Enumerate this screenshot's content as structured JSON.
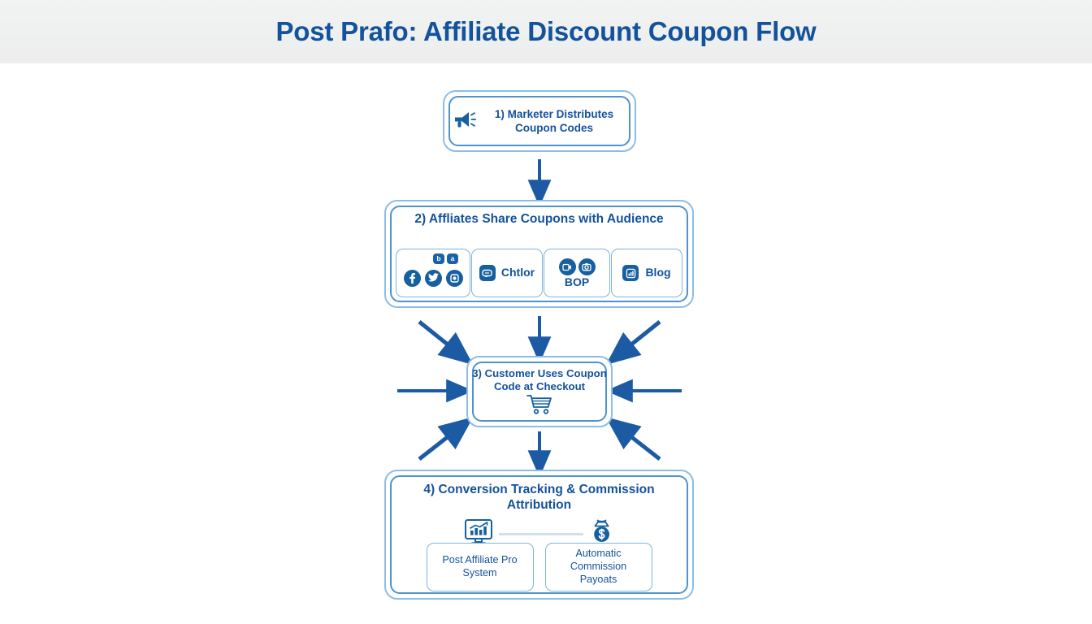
{
  "header": {
    "title": "Post Prafo: Affiliate Discount Coupon Flow"
  },
  "colors": {
    "brand_blue": "#13529c",
    "icon_blue": "#16609f",
    "border_light": "#8dbde4",
    "border_inner": "#4f93cd",
    "arrow": "#1c5ba4",
    "header_band": "#eeefef",
    "page_background": "#ffffff"
  },
  "steps": {
    "step1": {
      "label": "1) Marketer Distributes Coupon Codes",
      "icon": "megaphone-icon"
    },
    "step2": {
      "title": "2) Affliates Share Coupons with Audience",
      "chips": [
        {
          "label": "",
          "icons": [
            "facebook-icon",
            "twitter-icon",
            "instagram-icon",
            "badge-b-icon",
            "badge-a-icon"
          ]
        },
        {
          "label": "Chtlor",
          "icons": [
            "chat-bubble-icon"
          ]
        },
        {
          "label": "BOP",
          "icons": [
            "video-icon",
            "camera-icon"
          ]
        },
        {
          "label": "Blog",
          "icons": [
            "chart-square-icon"
          ]
        }
      ]
    },
    "step3": {
      "title": "3) Customer Uses Coupon Code at Checkout",
      "icon": "shopping-cart-icon"
    },
    "step4": {
      "title": "4) Conversion Tracking & Commission Attribution",
      "icons": [
        "monitor-chart-icon",
        "money-bag-dollar-icon"
      ],
      "subboxes": [
        {
          "label": "Post Affiliate Pro System"
        },
        {
          "label": "Automatic Commission Payoats"
        }
      ]
    }
  },
  "arrows": [
    {
      "name": "arrow-step1-to-step2",
      "direction": "down"
    },
    {
      "name": "arrow-step2-to-step3-center",
      "direction": "down"
    },
    {
      "name": "arrow-top-left-to-step3",
      "direction": "down-right"
    },
    {
      "name": "arrow-top-right-to-step3",
      "direction": "down-left"
    },
    {
      "name": "arrow-left-to-step3",
      "direction": "right"
    },
    {
      "name": "arrow-right-to-step3",
      "direction": "left"
    },
    {
      "name": "arrow-bottom-left-to-step3",
      "direction": "up-right"
    },
    {
      "name": "arrow-bottom-right-to-step3",
      "direction": "up-left"
    },
    {
      "name": "arrow-step3-to-step4",
      "direction": "down"
    }
  ]
}
